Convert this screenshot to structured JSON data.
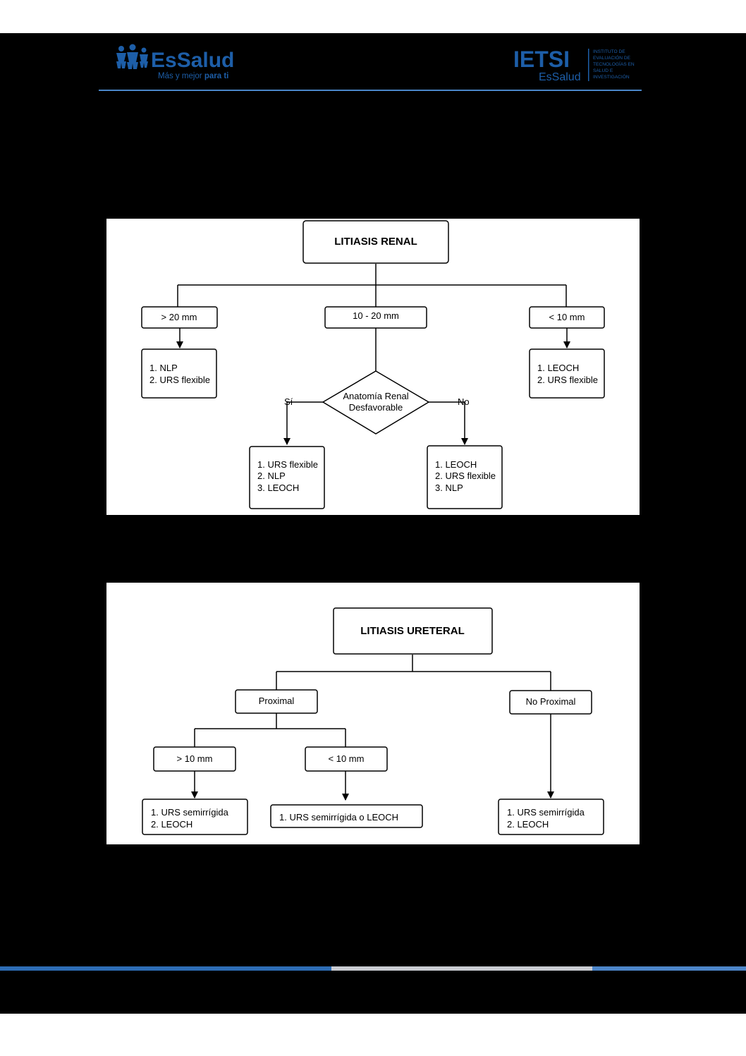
{
  "header": {
    "left_logo": {
      "brand": "EsSalud",
      "tagline_a": "Más y mejor ",
      "tagline_b": "para ti",
      "icon": "family-figures-icon"
    },
    "right_logo": {
      "acronym": "IETSI",
      "org": "EsSalud",
      "lines": [
        "INSTITUTO DE",
        "EVALUACIÓN DE",
        "TECNOLOGÍAS EN",
        "SALUD E",
        "INVESTIGACIÓN"
      ]
    }
  },
  "colors": {
    "brand_blue": "#1d5ea8",
    "rule_blue": "#4a86c8",
    "background": "#000000",
    "panel": "#ffffff"
  },
  "renal": {
    "title": "LITIASIS RENAL",
    "branch_gt20": "> 20 mm",
    "branch_10_20": "10 - 20 mm",
    "branch_lt10": "< 10 mm",
    "gt20_options": [
      "1. NLP",
      "2. URS flexible"
    ],
    "lt10_options": [
      "1. LEOCH",
      "2. URS flexible"
    ],
    "decision": [
      "Anatomía Renal",
      "Desfavorable"
    ],
    "yes_label": "Sí",
    "no_label": "No",
    "yes_options": [
      "1. URS flexible",
      "2. NLP",
      "3. LEOCH"
    ],
    "no_options": [
      "1. LEOCH",
      "2. URS flexible",
      "3. NLP"
    ]
  },
  "ureteral": {
    "title": "LITIASIS URETERAL",
    "proximal": "Proximal",
    "no_proximal": "No Proximal",
    "gt10": "> 10 mm",
    "lt10": "< 10 mm",
    "gt10_options": [
      "1. URS semirrígida",
      "2. LEOCH"
    ],
    "lt10_options": [
      "1. URS semirrígida o LEOCH"
    ],
    "no_proximal_options": [
      "1. URS semirrígida",
      "2. LEOCH"
    ]
  }
}
